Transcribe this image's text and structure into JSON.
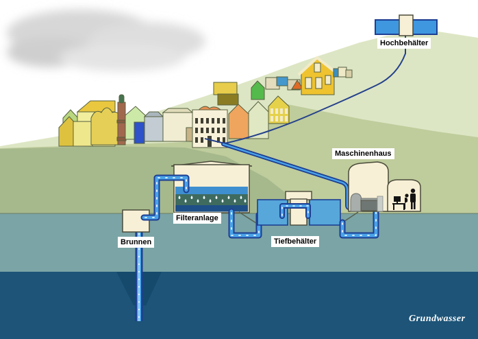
{
  "diagram_title": "Wasserversorgung (water supply schematic)",
  "labels": {
    "hochbehaelter": "Hochbehälter",
    "maschinenhaus": "Maschinenhaus",
    "filteranlage": "Filteranlage",
    "brunnen": "Brunnen",
    "tiefbehaelter": "Tiefbehälter",
    "grundwasser": "Grundwasser"
  },
  "palette": {
    "sky": "#ffffff",
    "hill_light": "#dde6c4",
    "hill_sage": "#bfcc9c",
    "foreground_green": "#a6b98c",
    "soil_band": "#7ba4a6",
    "groundwater": "#1d5478",
    "pipe_outline": "#1d3e92",
    "pipe_water": "#4aa3e8",
    "tank_blue": "#3f97e0",
    "reservoir_blue": "#57a7da",
    "building_cream": "#f7f0d6",
    "filter_bed": "#3e6b5e",
    "label_bg": "#ffffff",
    "label_text": "#000000",
    "grundwasser_text": "#ffffff"
  },
  "components": [
    "well (Brunnen) with riser pipe into groundwater",
    "filter plant (Filteranlage)",
    "underground reservoir (Tiefbehälter)",
    "pump house (Maschinenhaus) with operator pictogram",
    "elevated tank (Hochbehälter) on hill",
    "village distribution network",
    "groundwater layer (Grundwasser)"
  ]
}
